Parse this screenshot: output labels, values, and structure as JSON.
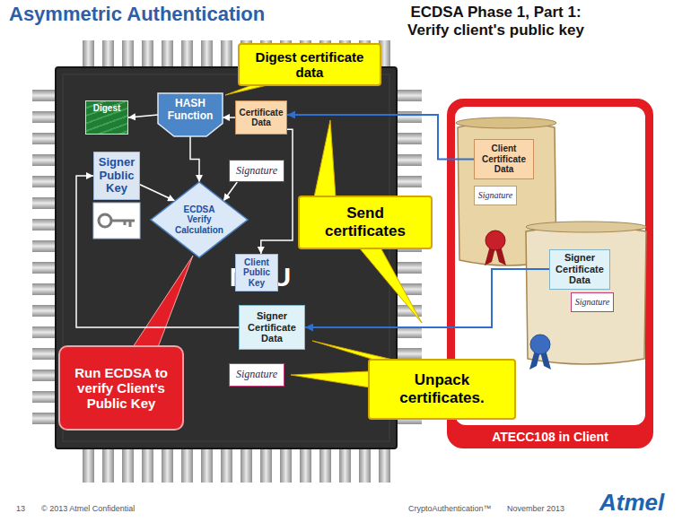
{
  "diagram": {
    "title": "Asymmetric Authentication",
    "nodes": [
      {
        "text": [
          "MCU"
        ]
      },
      {
        "text": [
          "Digest"
        ],
        "in": 0
      },
      {
        "text": [
          "HASH Function"
        ],
        "in": 0
      },
      {
        "text": [
          "Certificate Data"
        ],
        "in": 0
      },
      {
        "text": [
          "Signature"
        ],
        "in": 0
      },
      {
        "text": [
          "Signer Public Key"
        ],
        "in": 0
      },
      {
        "text": [
          "ECDSA Verify Calculation"
        ],
        "in": 0
      },
      {
        "text": [
          "Client Public Key"
        ],
        "in": 0
      },
      {
        "text": [
          "Signer Certificate Data"
        ],
        "in": 0
      },
      {
        "text": [
          "Signature"
        ],
        "in": 0
      },
      {
        "text": [
          "ATECC108 in Client"
        ]
      },
      {
        "text": [
          "Client Certificate Data"
        ],
        "in": 10
      },
      {
        "text": [
          "Signature"
        ],
        "in": 10
      },
      {
        "text": [
          "Signer Certificate Data"
        ],
        "in": 10
      },
      {
        "text": [
          "Signature"
        ],
        "in": 10
      },
      {
        "text": [
          "Digest certificate data"
        ]
      },
      {
        "text": [
          "Send certificates"
        ]
      },
      {
        "text": [
          "Unpack certificates."
        ]
      },
      {
        "text": [
          "Run ECDSA to verify Client's Public Key"
        ]
      }
    ],
    "edges": [
      {
        "from": 3,
        "to": 2,
        "arrow": "to"
      },
      {
        "from": 2,
        "to": 1,
        "arrow": "to"
      },
      {
        "from": 2,
        "to": 6,
        "arrow": "to"
      },
      {
        "from": 5,
        "to": 6,
        "arrow": "to"
      },
      {
        "from": 4,
        "to": 6,
        "arrow": "to"
      },
      {
        "from": 3,
        "to": 7,
        "arrow": "to"
      },
      {
        "from": 8,
        "to": 5,
        "arrow": "to"
      },
      {
        "from": 11,
        "to": 3,
        "arrow": "to"
      },
      {
        "from": 13,
        "to": 8,
        "arrow": "to"
      }
    ],
    "labels": [
      "ECDSA Phase 1, Part 1: Verify client's public key",
      "13",
      "© 2013 Atmel Confidential",
      "CryptoAuthentication™",
      "November 2013",
      "Atmel"
    ]
  }
}
